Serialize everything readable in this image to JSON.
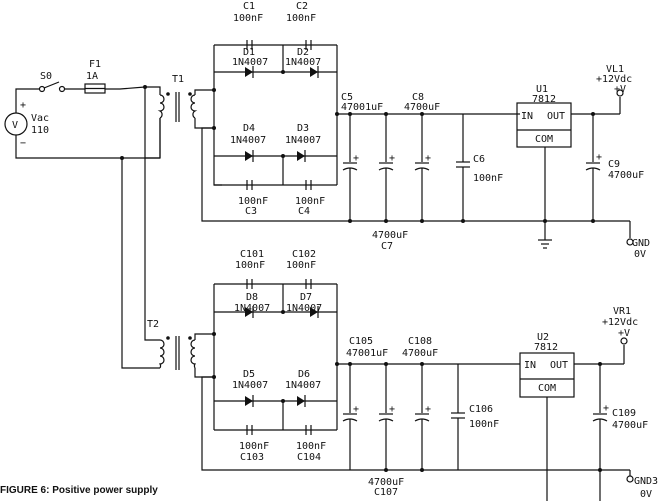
{
  "caption": "FIGURE 6: Positive power supply",
  "input": {
    "source_name": "Vac",
    "source_value": "110",
    "source_symbol": "V",
    "plus": "+",
    "minus": "−",
    "switch": "S0",
    "fuse_name": "F1",
    "fuse_value": "1A"
  },
  "transformers": {
    "t1": "T1",
    "t2": "T2"
  },
  "upper": {
    "c1": "C1",
    "c1_val": "100nF",
    "c2": "C2",
    "c2_val": "100nF",
    "d1": "D1",
    "d1_part": "1N4007",
    "d2": "D2",
    "d2_part": "1N4007",
    "d3": "D3",
    "d3_part": "1N4007",
    "d4": "D4",
    "d4_part": "1N4007",
    "c3": "C3",
    "c3_val": "100nF",
    "c4": "C4",
    "c4_val": "100nF",
    "c5": "C5",
    "c5_val": "47001uF",
    "c8": "C8",
    "c8_val": "4700uF",
    "c7": "C7",
    "c7_val": "4700uF",
    "c6": "C6",
    "c6_val": "100nF",
    "u_name": "U1",
    "u_part": "7812",
    "pin_in": "IN",
    "pin_out": "OUT",
    "pin_com": "COM",
    "c9": "C9",
    "c9_val": "4700uF",
    "out_name": "VL1",
    "out_volt": "+12Vdc",
    "out_sym": "+V",
    "gnd_name": "GND",
    "gnd_val": "0V"
  },
  "lower": {
    "c101": "C101",
    "c101_val": "100nF",
    "c102": "C102",
    "c102_val": "100nF",
    "d8": "D8",
    "d8_part": "1N4007",
    "d7": "D7",
    "d7_part": "1N4007",
    "d5": "D5",
    "d5_part": "1N4007",
    "d6": "D6",
    "d6_part": "1N4007",
    "c103": "C103",
    "c103_val": "100nF",
    "c104": "C104",
    "c104_val": "100nF",
    "c105": "C105",
    "c105_val": "47001uF",
    "c108": "C108",
    "c108_val": "4700uF",
    "c107": "C107",
    "c107_val": "4700uF",
    "c106": "C106",
    "c106_val": "100nF",
    "u_name": "U2",
    "u_part": "7812",
    "pin_in": "IN",
    "pin_out": "OUT",
    "pin_com": "COM",
    "c109": "C109",
    "c109_val": "4700uF",
    "out_name": "VR1",
    "out_volt": "+12Vdc",
    "out_sym": "+V",
    "gnd_name": "GND3",
    "gnd_val": "0V"
  }
}
